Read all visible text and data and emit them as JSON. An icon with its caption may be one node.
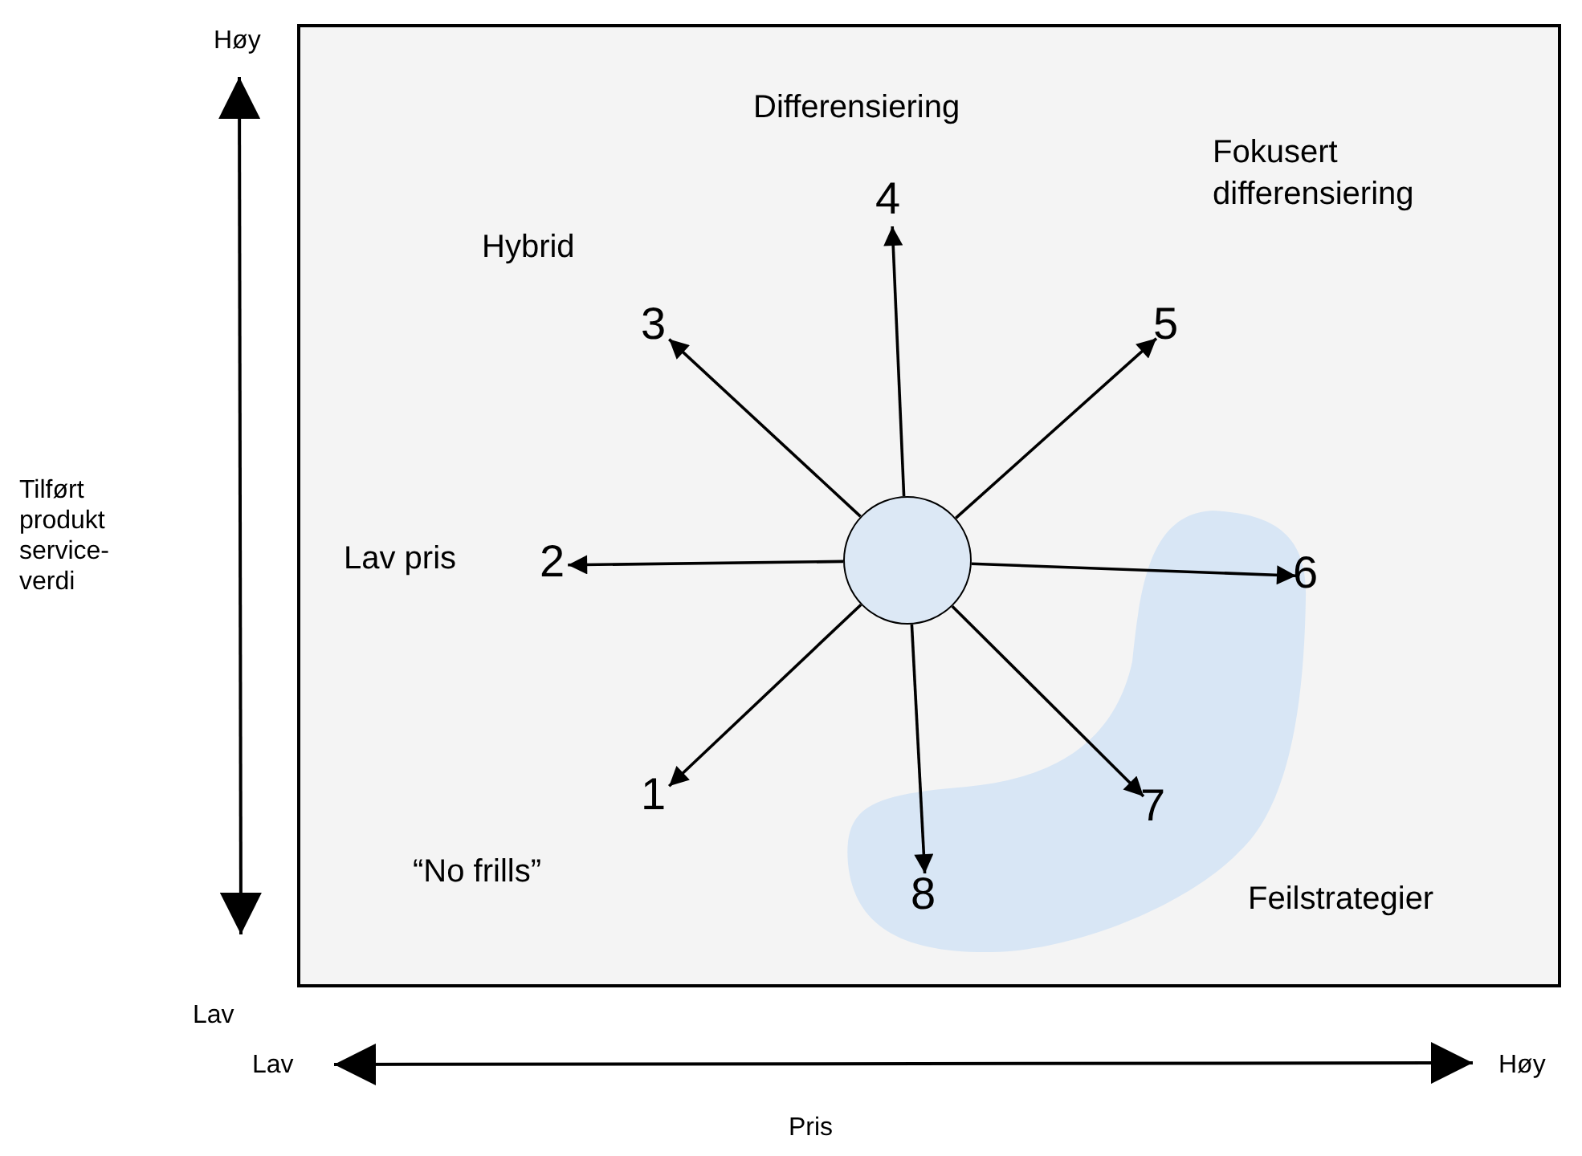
{
  "diagram": {
    "nodes": [
      {
        "text": [],
        "shape": "box"
      },
      {
        "text": [],
        "shape": "circle",
        "in": 0
      },
      {
        "text": [
          "1"
        ],
        "beside": [
          "“No frills”"
        ],
        "in": 0
      },
      {
        "text": [
          "2"
        ],
        "beside": [
          "Lav pris"
        ],
        "in": 0
      },
      {
        "text": [
          "3"
        ],
        "beside": [
          "Hybrid"
        ],
        "in": 0
      },
      {
        "text": [
          "4"
        ],
        "beside": [
          "Differensiering"
        ],
        "in": 0
      },
      {
        "text": [
          "5"
        ],
        "beside": [
          "Fokusert differensiering"
        ],
        "in": 0
      },
      {
        "text": [
          "6"
        ],
        "in": 10
      },
      {
        "text": [
          "7"
        ],
        "in": 10
      },
      {
        "text": [
          "8"
        ],
        "in": 10
      },
      {
        "text": [
          "Feilstrategier"
        ],
        "in": 0
      }
    ],
    "edges": [
      {
        "from": 1,
        "to": 2,
        "arrow": "to"
      },
      {
        "from": 1,
        "to": 3,
        "arrow": "to"
      },
      {
        "from": 1,
        "to": 4,
        "arrow": "to"
      },
      {
        "from": 1,
        "to": 5,
        "arrow": "to"
      },
      {
        "from": 1,
        "to": 6,
        "arrow": "to"
      },
      {
        "from": 1,
        "to": 7,
        "arrow": "to"
      },
      {
        "from": 1,
        "to": 8,
        "arrow": "to"
      },
      {
        "from": 1,
        "to": 9,
        "arrow": "to"
      }
    ],
    "labels": [
      "Høy",
      "Tilført produkt service-verdi",
      "Lav",
      "Lav",
      "Høy",
      "Pris"
    ]
  }
}
